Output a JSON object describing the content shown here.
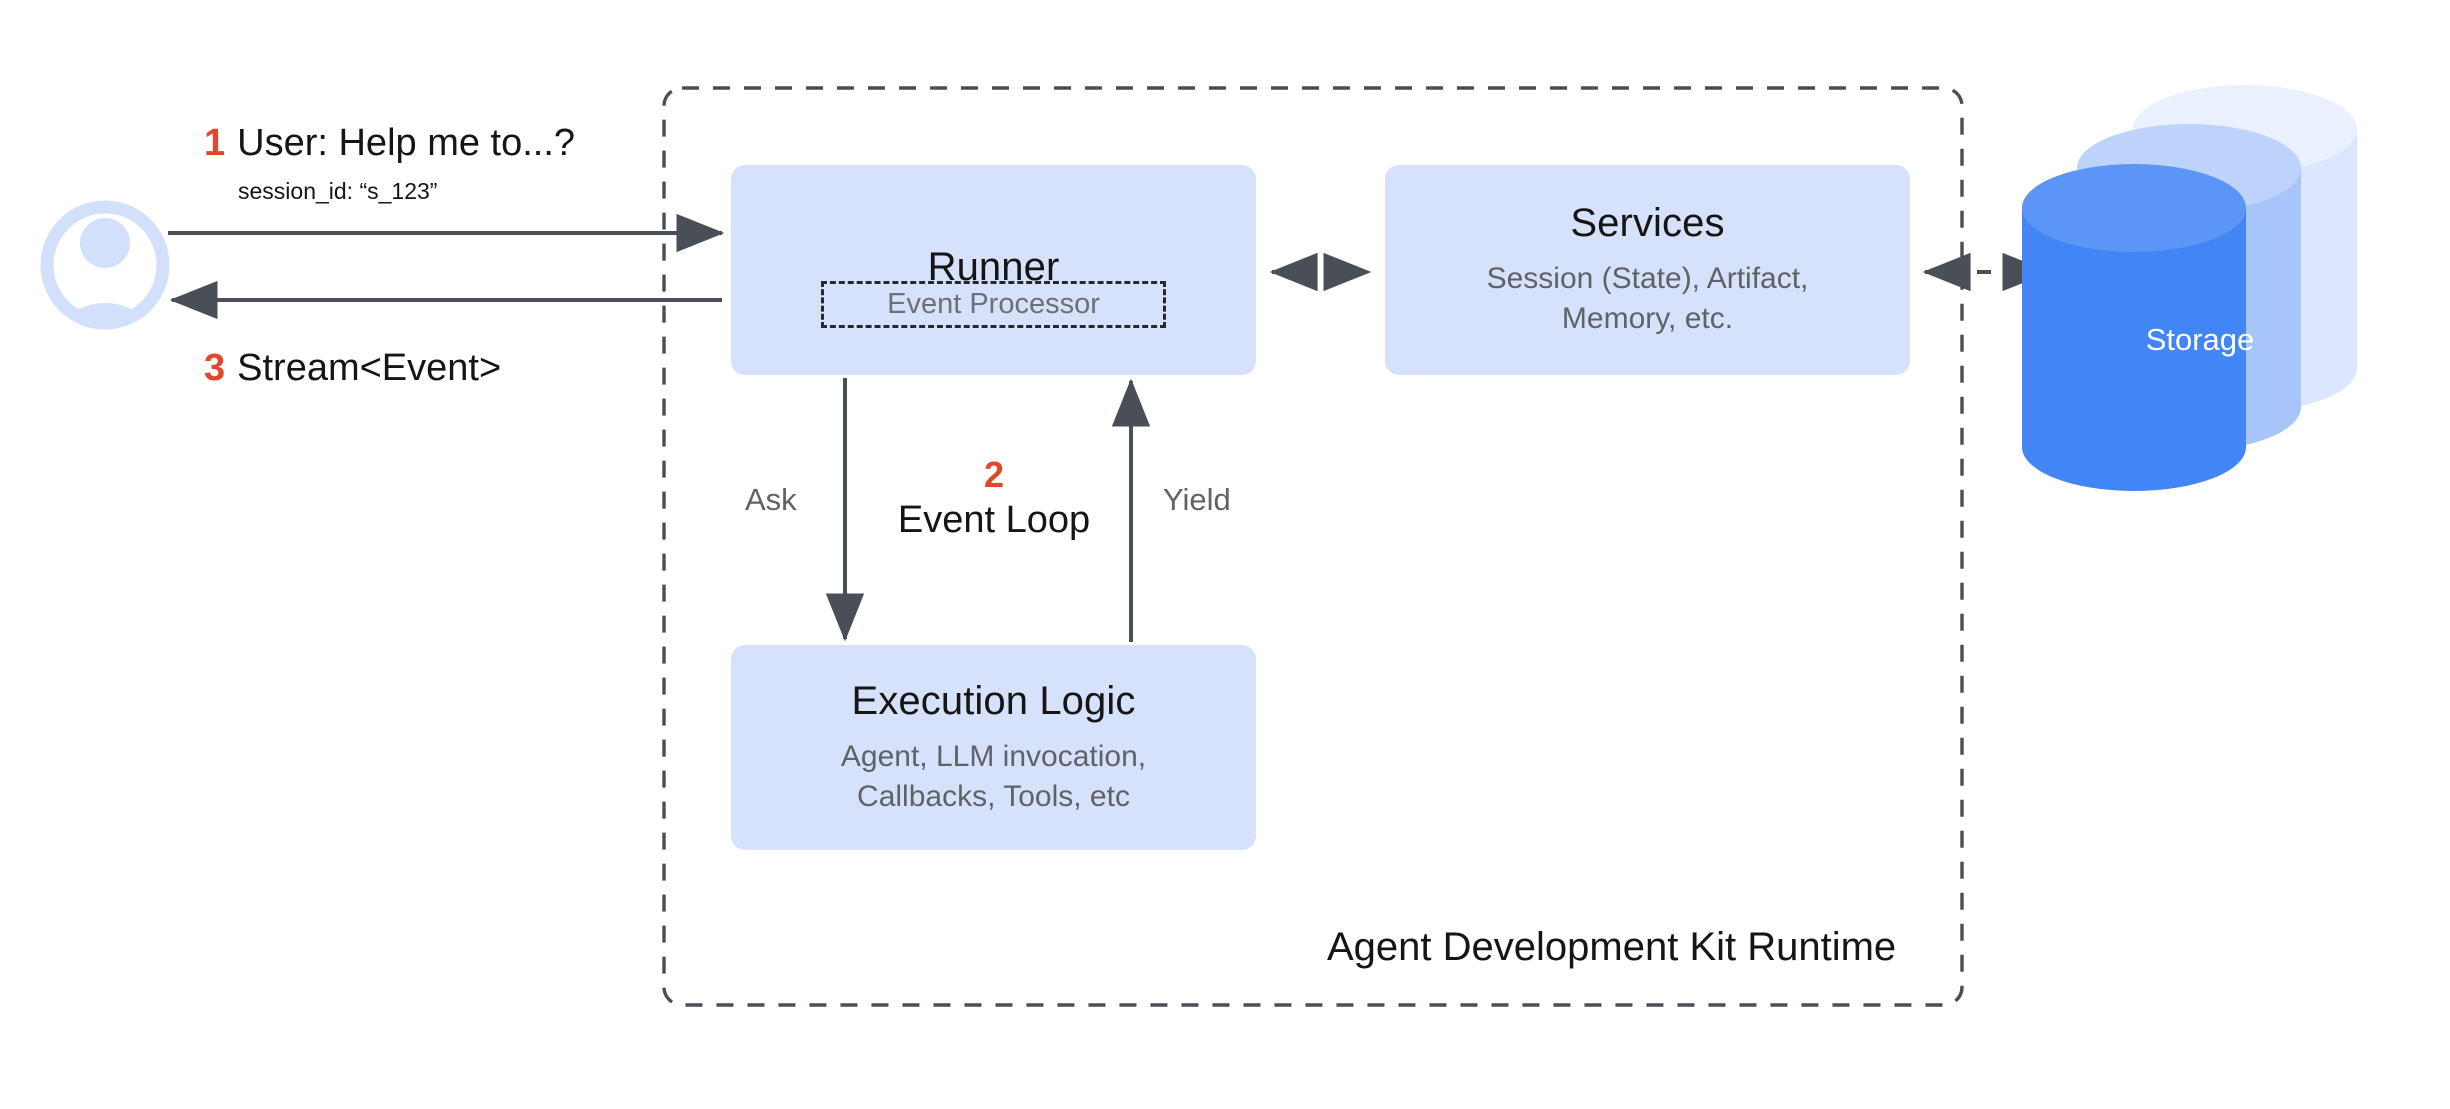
{
  "diagram": {
    "title": "Agent Development Kit Runtime",
    "colors": {
      "node_fill": "#d6e2fb",
      "accent_number": "#e2472a",
      "line": "#4a4e57",
      "storage_front": "#4285f4",
      "storage_mid": "#a8c5fa",
      "storage_back": "#dce6fd",
      "avatar": "#d2e0fb",
      "subtext": "#5f6368"
    }
  },
  "actor": {
    "icon": "user-avatar-icon",
    "request": {
      "number": "1",
      "text": "User: Help me to...?",
      "session": "session_id: “s_123”"
    },
    "response": {
      "number": "3",
      "text": "Stream<Event>"
    }
  },
  "nodes": {
    "runner": {
      "title": "Runner",
      "inner": {
        "label": "Event Processor"
      }
    },
    "services": {
      "title": "Services",
      "subtitle": "Session (State), Artifact,\nMemory, etc."
    },
    "execution_logic": {
      "title": "Execution Logic",
      "subtitle": "Agent, LLM invocation,\nCallbacks, Tools, etc"
    },
    "storage": {
      "label": "Storage"
    }
  },
  "event_loop": {
    "number": "2",
    "label": "Event Loop",
    "ask": "Ask",
    "yield": "Yield"
  },
  "runtime_container": {
    "label": "Agent Development Kit Runtime"
  }
}
